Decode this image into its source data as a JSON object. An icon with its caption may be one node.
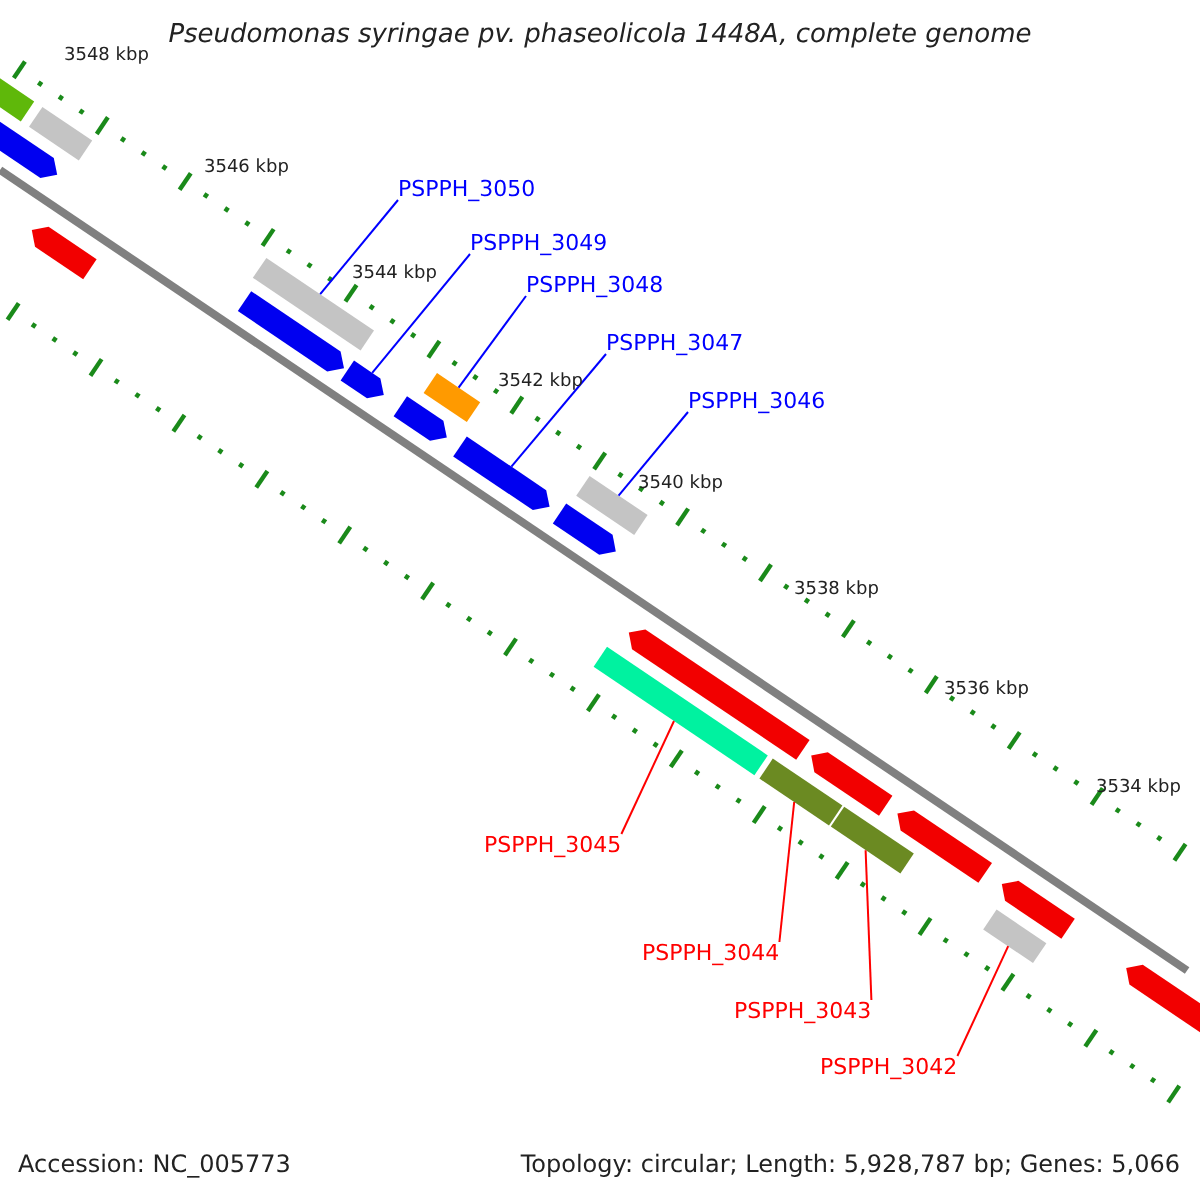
{
  "diagram": {
    "title": "Pseudomonas syringae pv. phaseolicola 1448A, complete genome",
    "nodes": [
      {
        "text": [
          "PSPPH_3050"
        ]
      },
      {
        "text": [
          "PSPPH_3049"
        ]
      },
      {
        "text": [
          "PSPPH_3048"
        ]
      },
      {
        "text": [
          "PSPPH_3047"
        ]
      },
      {
        "text": [
          "PSPPH_3046"
        ]
      },
      {
        "text": [
          "PSPPH_3045"
        ]
      },
      {
        "text": [
          "PSPPH_3044"
        ]
      },
      {
        "text": [
          "PSPPH_3043"
        ]
      },
      {
        "text": [
          "PSPPH_3042"
        ]
      },
      {
        "text": [],
        "shape": "bar"
      },
      {
        "text": [],
        "shape": "bar"
      },
      {
        "text": [],
        "shape": "bar"
      },
      {
        "text": [],
        "shape": "bar"
      },
      {
        "text": [],
        "shape": "bar"
      },
      {
        "text": [],
        "shape": "bar"
      },
      {
        "text": [],
        "shape": "bar"
      },
      {
        "text": [],
        "shape": "bar"
      },
      {
        "text": [],
        "shape": "bar"
      },
      {
        "text": [],
        "shape": "bar"
      },
      {
        "text": [],
        "shape": "bar"
      },
      {
        "text": [],
        "shape": "bar"
      },
      {
        "text": [],
        "shape": "bar"
      },
      {
        "text": [],
        "shape": "bar"
      },
      {
        "text": [],
        "shape": "bar"
      },
      {
        "text": [],
        "shape": "bar"
      },
      {
        "text": [],
        "shape": "bar"
      },
      {
        "text": [],
        "shape": "bar"
      },
      {
        "text": [],
        "shape": "bar"
      },
      {
        "text": [],
        "shape": "bar"
      },
      {
        "text": [],
        "shape": "bar"
      }
    ],
    "edges": [
      {
        "from": 0,
        "to": 13,
        "arrow": "none"
      },
      {
        "from": 1,
        "to": 15,
        "arrow": "none"
      },
      {
        "from": 2,
        "to": 17,
        "arrow": "none"
      },
      {
        "from": 3,
        "to": 18,
        "arrow": "none"
      },
      {
        "from": 4,
        "to": 20,
        "arrow": "none"
      },
      {
        "from": 5,
        "to": 21,
        "arrow": "none",
        "color": "#ff0000"
      },
      {
        "from": 6,
        "to": 23,
        "arrow": "none",
        "color": "#ff0000"
      },
      {
        "from": 7,
        "to": 25,
        "arrow": "none",
        "color": "#ff0000"
      },
      {
        "from": 8,
        "to": 28,
        "arrow": "none",
        "color": "#ff0000"
      }
    ],
    "labels": [
      "3548 kbp",
      "3546 kbp",
      "3544 kbp",
      "3542 kbp",
      "3540 kbp",
      "3538 kbp",
      "3536 kbp",
      "3534 kbp",
      "Accession: NC_005773",
      "Topology: circular; Length: 5,928,787 bp; Genes: 5,066"
    ]
  }
}
